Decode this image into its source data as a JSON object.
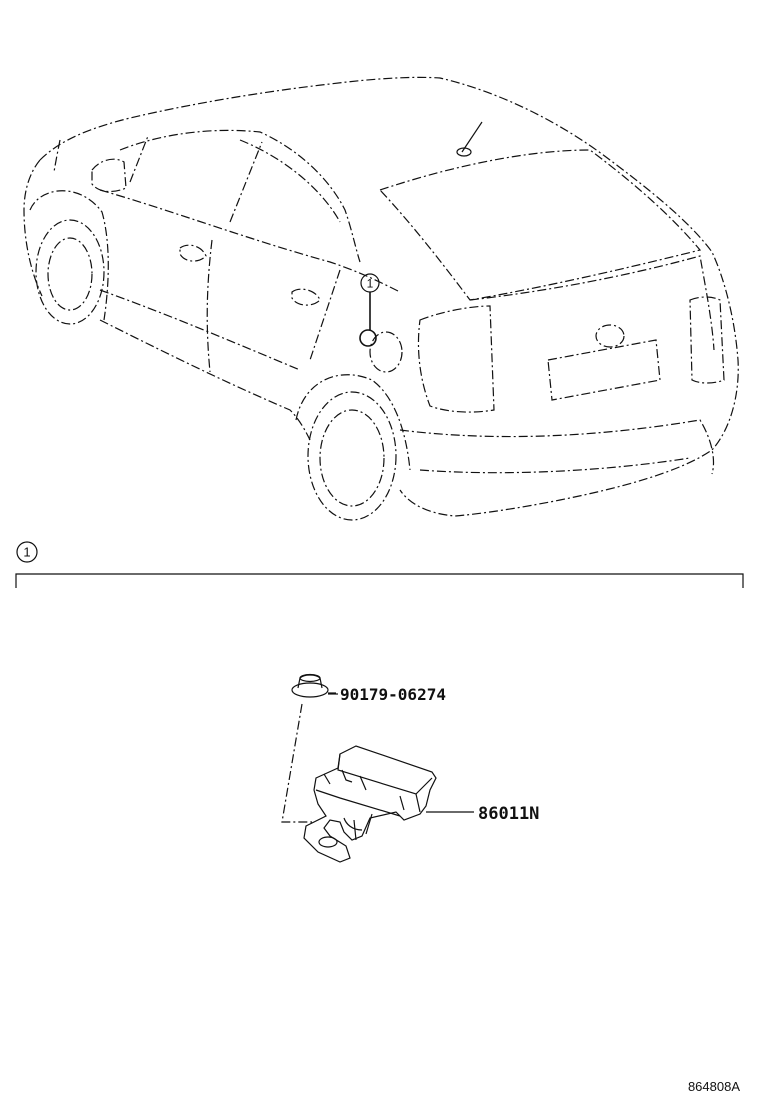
{
  "callouts": {
    "vehicle_marker": "1",
    "section_marker": "1"
  },
  "parts": [
    {
      "number": "90179-06274"
    },
    {
      "number": "86011N"
    }
  ],
  "figure_id": "864808A"
}
